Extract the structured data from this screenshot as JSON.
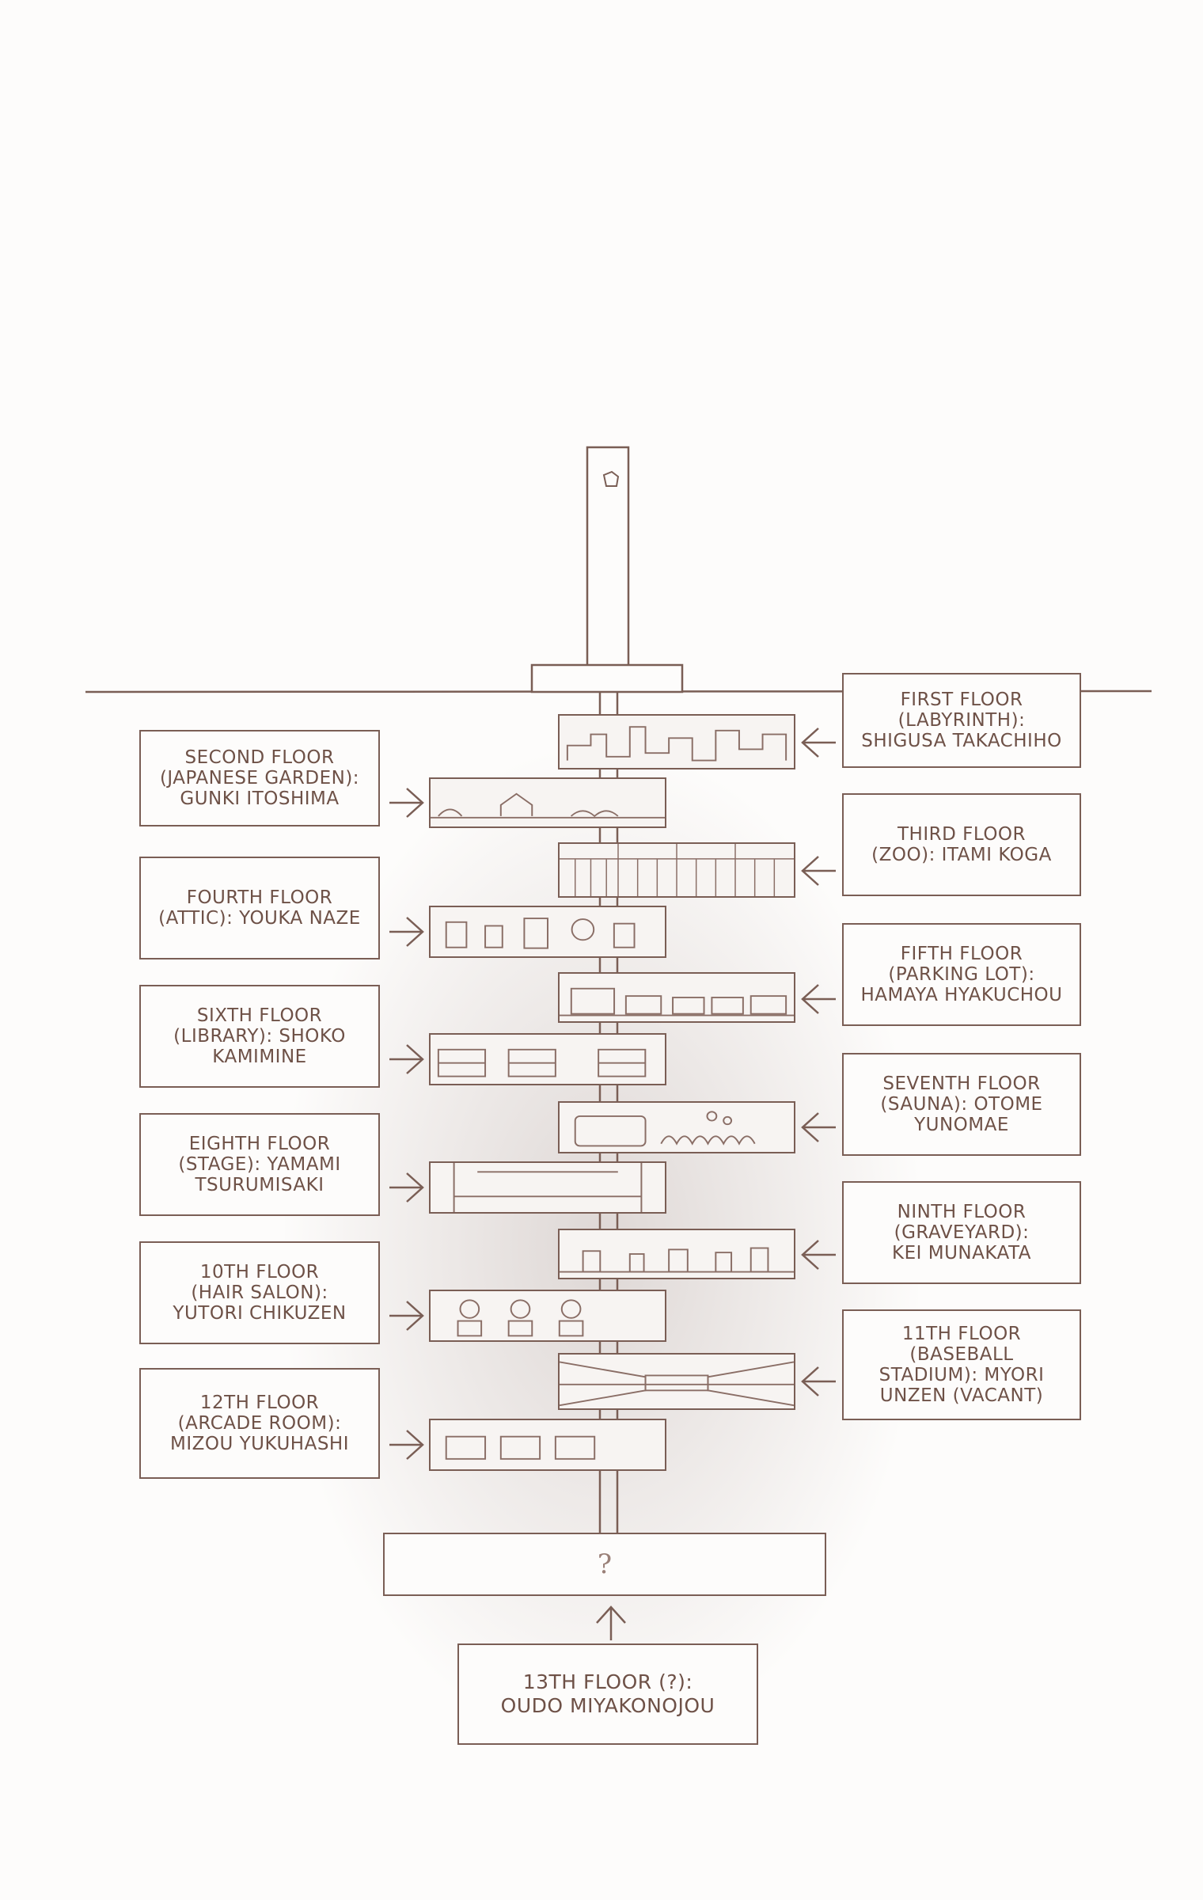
{
  "floors": {
    "first": {
      "lines": [
        "FIRST FLOOR",
        "(LABYRINTH):",
        "SHIGUSA TAKACHIHO"
      ]
    },
    "second": {
      "lines": [
        "SECOND FLOOR",
        "(JAPANESE GARDEN):",
        "GUNKI ITOSHIMA"
      ]
    },
    "third": {
      "lines": [
        "THIRD FLOOR",
        "(ZOO): ITAMI KOGA"
      ]
    },
    "fourth": {
      "lines": [
        "FOURTH FLOOR",
        "(ATTIC): YOUKA NAZE"
      ]
    },
    "fifth": {
      "lines": [
        "FIFTH FLOOR",
        "(PARKING LOT):",
        "HAMAYA HYAKUCHOU"
      ]
    },
    "sixth": {
      "lines": [
        "SIXTH FLOOR",
        "(LIBRARY): SHOKO",
        "KAMIMINE"
      ]
    },
    "seventh": {
      "lines": [
        "SEVENTH FLOOR",
        "(SAUNA): OTOME",
        "YUNOMAE"
      ]
    },
    "eighth": {
      "lines": [
        "EIGHTH FLOOR",
        "(STAGE): YAMAMI",
        "TSURUMISAKI"
      ]
    },
    "ninth": {
      "lines": [
        "NINTH FLOOR",
        "(GRAVEYARD):",
        "KEI MUNAKATA"
      ]
    },
    "tenth": {
      "lines": [
        "10TH FLOOR",
        "(HAIR SALON):",
        "YUTORI CHIKUZEN"
      ]
    },
    "eleventh": {
      "lines": [
        "11TH FLOOR",
        "(BASEBALL",
        "STADIUM): MYORI",
        "UNZEN (VACANT)"
      ]
    },
    "twelfth": {
      "lines": [
        "12TH FLOOR",
        "(ARCADE ROOM):",
        "MIZOU YUKUHASHI"
      ]
    },
    "thirteenth": {
      "lines": [
        "13TH FLOOR (?):",
        "OUDO MIYAKONOJOU"
      ]
    }
  },
  "mystery_room": {
    "symbol": "?"
  },
  "colors": {
    "ink": "#7a5e55",
    "text": "#6e5147",
    "paper": "#fdfcfb"
  }
}
